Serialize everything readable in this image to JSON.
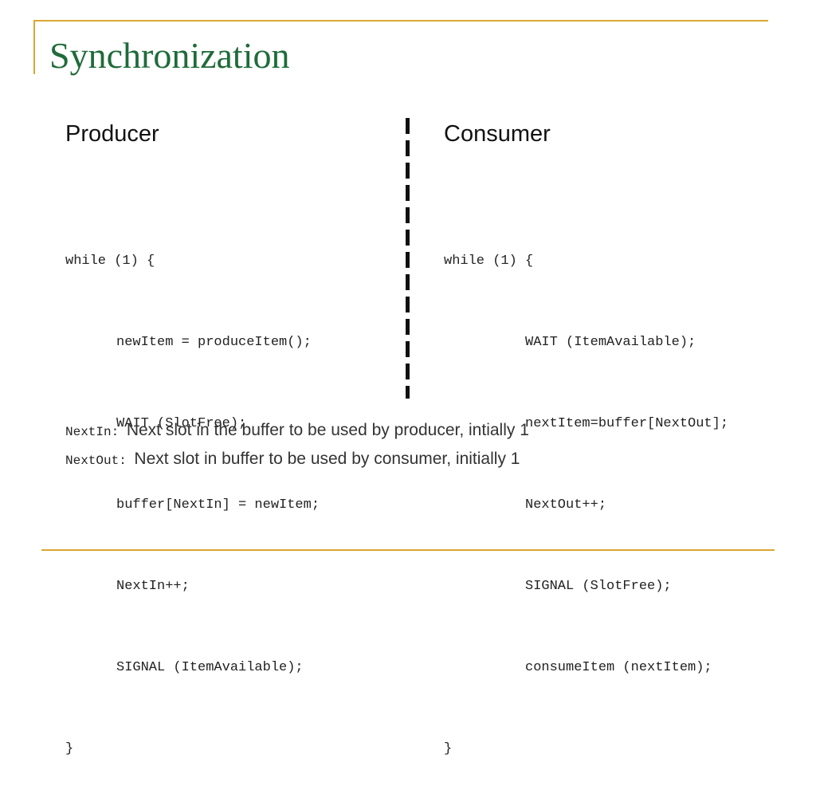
{
  "slide": {
    "title": "Synchronization"
  },
  "producer": {
    "heading": "Producer",
    "code": {
      "open": "while (1) {",
      "lines": [
        "newItem = produceItem();",
        "WAIT (SlotFree);",
        "buffer[NextIn] = newItem;",
        "NextIn++;",
        "SIGNAL (ItemAvailable);"
      ],
      "close": "}"
    }
  },
  "consumer": {
    "heading": "Consumer",
    "code": {
      "open": "while (1) {",
      "lines": [
        "WAIT (ItemAvailable);",
        "nextItem=buffer[NextOut];",
        "NextOut++;",
        "SIGNAL (SlotFree);",
        "consumeItem (nextItem);"
      ],
      "close": "}"
    }
  },
  "notes": [
    {
      "term": "NextIn:",
      "description": "Next slot in the buffer to be used by producer, intially 1"
    },
    {
      "term": "NextOut:",
      "description": "Next slot in buffer to be used by consumer, initially 1"
    }
  ],
  "colors": {
    "title": "#1f6b3a",
    "rule": "#d9a830"
  }
}
